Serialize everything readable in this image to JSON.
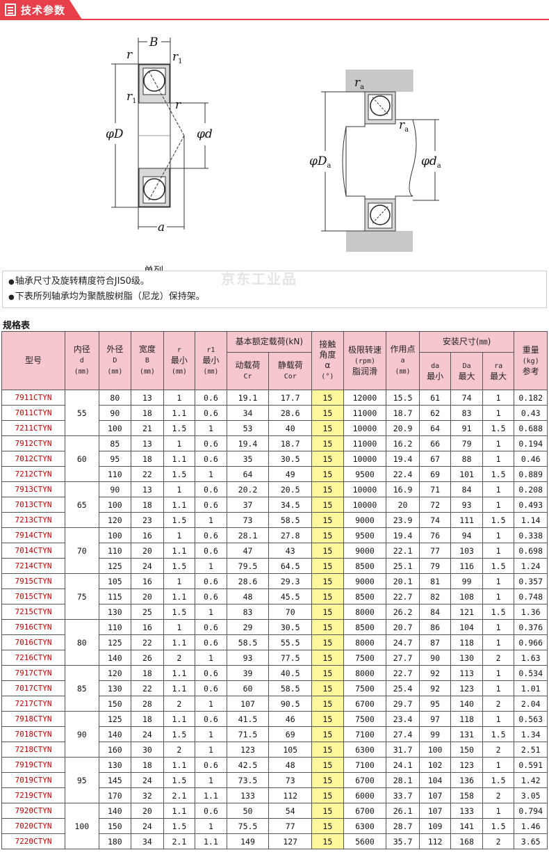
{
  "header": {
    "title": "技术参数"
  },
  "diagram": {
    "left_labels": {
      "B": "B",
      "r": "r",
      "r1_top": "r",
      "r1_top_sub": "1",
      "r1_left": "r",
      "r1_left_sub": "1",
      "r_mid": "r",
      "phiD": "φD",
      "phid": "φd",
      "a": "a"
    },
    "right_labels": {
      "ra_top": "r",
      "ra_top_sub": "a",
      "ra_mid": "r",
      "ra_mid_sub": "a",
      "phiDa": "φD",
      "phiDa_sub": "a",
      "phida": "φd",
      "phida_sub": "a"
    },
    "caption": "单列"
  },
  "watermark": "京东工业品",
  "notes": [
    "轴承尺寸及旋转精度符合JIS0级。",
    "下表所列轴承均为聚酰胺树脂（尼龙）保持架。"
  ],
  "spec_title": "规格表",
  "table": {
    "headers": {
      "model": "型号",
      "inner": [
        "内径",
        "d",
        "(㎜)"
      ],
      "outer": [
        "外径",
        "D",
        "(㎜)"
      ],
      "width": [
        "宽度",
        "B",
        "(㎜)"
      ],
      "r": [
        "r",
        "最小",
        "(㎜)"
      ],
      "r1": [
        "r1",
        "最小",
        "(㎜)"
      ],
      "load_group": "基本额定载荷(kN)",
      "dynamic": [
        "动载荷",
        "Cr"
      ],
      "static": [
        "静载荷",
        "Cor"
      ],
      "angle": [
        "接触",
        "角度",
        "α",
        "(°)"
      ],
      "speed": [
        "极限转速",
        "(rpm)",
        "脂润滑"
      ],
      "point": [
        "作用点",
        "a",
        "(㎜)"
      ],
      "mount_group": "安装尺寸(㎜)",
      "da": [
        "da",
        "最小"
      ],
      "Da": [
        "Da",
        "最大"
      ],
      "ra": [
        "ra",
        "最大"
      ],
      "weight": [
        "重量",
        "(kg)",
        "参考"
      ]
    },
    "groups": [
      {
        "d": "55",
        "rows": [
          [
            "7911CTYN",
            "80",
            "13",
            "1",
            "0.6",
            "19.1",
            "17.7",
            "15",
            "12000",
            "15.5",
            "61",
            "74",
            "1",
            "0.182"
          ],
          [
            "7011CTYN",
            "90",
            "18",
            "1.1",
            "0.6",
            "34",
            "28.6",
            "15",
            "11000",
            "18.7",
            "62",
            "83",
            "1",
            "0.43"
          ],
          [
            "7211CTYN",
            "100",
            "21",
            "1.5",
            "1",
            "53",
            "40",
            "15",
            "10000",
            "20.9",
            "64",
            "91",
            "1.5",
            "0.688"
          ]
        ]
      },
      {
        "d": "60",
        "rows": [
          [
            "7912CTYN",
            "85",
            "13",
            "1",
            "0.6",
            "19.4",
            "18.7",
            "15",
            "11000",
            "16.2",
            "66",
            "79",
            "1",
            "0.194"
          ],
          [
            "7012CTYN",
            "95",
            "18",
            "1.1",
            "0.6",
            "35",
            "30.5",
            "15",
            "10000",
            "19.4",
            "67",
            "88",
            "1",
            "0.46"
          ],
          [
            "7212CTYN",
            "110",
            "22",
            "1.5",
            "1",
            "64",
            "49",
            "15",
            "9500",
            "22.4",
            "69",
            "101",
            "1.5",
            "0.889"
          ]
        ]
      },
      {
        "d": "65",
        "rows": [
          [
            "7913CTYN",
            "90",
            "13",
            "1",
            "0.6",
            "20.2",
            "20.5",
            "15",
            "10000",
            "16.9",
            "71",
            "84",
            "1",
            "0.208"
          ],
          [
            "7013CTYN",
            "100",
            "18",
            "1.1",
            "0.6",
            "37",
            "34.5",
            "15",
            "10000",
            "20",
            "72",
            "93",
            "1",
            "0.493"
          ],
          [
            "7213CTYN",
            "120",
            "23",
            "1.5",
            "1",
            "73",
            "58.5",
            "15",
            "9000",
            "23.9",
            "74",
            "111",
            "1.5",
            "1.14"
          ]
        ]
      },
      {
        "d": "70",
        "rows": [
          [
            "7914CTYN",
            "100",
            "16",
            "1",
            "0.6",
            "28.1",
            "27.8",
            "15",
            "9500",
            "19.4",
            "76",
            "94",
            "1",
            "0.338"
          ],
          [
            "7014CTYN",
            "110",
            "20",
            "1.1",
            "0.6",
            "47",
            "43",
            "15",
            "9000",
            "22.1",
            "77",
            "103",
            "1",
            "0.698"
          ],
          [
            "7214CTYN",
            "125",
            "24",
            "1.5",
            "1",
            "79.5",
            "64.5",
            "15",
            "8500",
            "25.1",
            "79",
            "116",
            "1.5",
            "1.24"
          ]
        ]
      },
      {
        "d": "75",
        "rows": [
          [
            "7915CTYN",
            "105",
            "16",
            "1",
            "0.6",
            "28.6",
            "29.3",
            "15",
            "9000",
            "20.1",
            "81",
            "99",
            "1",
            "0.357"
          ],
          [
            "7015CTYN",
            "115",
            "20",
            "1.1",
            "0.6",
            "48",
            "45.5",
            "15",
            "8500",
            "22.7",
            "82",
            "108",
            "1",
            "0.748"
          ],
          [
            "7215CTYN",
            "130",
            "25",
            "1.5",
            "1",
            "83",
            "70",
            "15",
            "8000",
            "26.2",
            "84",
            "121",
            "1.5",
            "1.36"
          ]
        ]
      },
      {
        "d": "80",
        "rows": [
          [
            "7916CTYN",
            "110",
            "16",
            "1",
            "0.6",
            "29",
            "30.5",
            "15",
            "8500",
            "20.7",
            "86",
            "104",
            "1",
            "0.376"
          ],
          [
            "7016CTYN",
            "125",
            "22",
            "1.1",
            "0.6",
            "58.5",
            "55.5",
            "15",
            "8000",
            "24.7",
            "87",
            "118",
            "1",
            "0.966"
          ],
          [
            "7216CTYN",
            "140",
            "26",
            "2",
            "1",
            "93",
            "77.5",
            "15",
            "7500",
            "27.7",
            "90",
            "130",
            "2",
            "1.63"
          ]
        ]
      },
      {
        "d": "85",
        "rows": [
          [
            "7917CTYN",
            "120",
            "18",
            "1.1",
            "0.6",
            "39",
            "40.5",
            "15",
            "8000",
            "22.7",
            "92",
            "113",
            "1",
            "0.534"
          ],
          [
            "7017CTYN",
            "130",
            "22",
            "1.1",
            "0.6",
            "60",
            "58.5",
            "15",
            "7500",
            "25.4",
            "92",
            "123",
            "1",
            "1.01"
          ],
          [
            "7217CTYN",
            "150",
            "28",
            "2",
            "1",
            "107",
            "90.5",
            "15",
            "6700",
            "29.7",
            "95",
            "140",
            "2",
            "2.04"
          ]
        ]
      },
      {
        "d": "90",
        "rows": [
          [
            "7918CTYN",
            "125",
            "18",
            "1.1",
            "0.6",
            "41.5",
            "46",
            "15",
            "7500",
            "23.4",
            "97",
            "118",
            "1",
            "0.563"
          ],
          [
            "7018CTYN",
            "140",
            "24",
            "1.5",
            "1",
            "71.5",
            "69",
            "15",
            "7100",
            "27.4",
            "99",
            "131",
            "1.5",
            "1.34"
          ],
          [
            "7218CTYN",
            "160",
            "30",
            "2",
            "1",
            "123",
            "105",
            "15",
            "6300",
            "31.7",
            "100",
            "150",
            "2",
            "2.51"
          ]
        ]
      },
      {
        "d": "95",
        "rows": [
          [
            "7919CTYN",
            "130",
            "18",
            "1.1",
            "0.6",
            "42.5",
            "48",
            "15",
            "7100",
            "24.1",
            "102",
            "123",
            "1",
            "0.591"
          ],
          [
            "7019CTYN",
            "145",
            "24",
            "1.5",
            "1",
            "73.5",
            "73",
            "15",
            "6700",
            "28.1",
            "104",
            "136",
            "1.5",
            "1.42"
          ],
          [
            "7219CTYN",
            "170",
            "32",
            "2.1",
            "1.1",
            "133",
            "112",
            "15",
            "6000",
            "33.7",
            "107",
            "158",
            "2",
            "3.05"
          ]
        ]
      },
      {
        "d": "100",
        "rows": [
          [
            "7920CTYN",
            "140",
            "20",
            "1.1",
            "0.6",
            "50",
            "54",
            "15",
            "6700",
            "26.1",
            "107",
            "133",
            "1",
            "0.794"
          ],
          [
            "7020CTYN",
            "150",
            "24",
            "1.5",
            "1",
            "75.5",
            "77",
            "15",
            "6300",
            "28.7",
            "109",
            "141",
            "1.5",
            "1.46"
          ],
          [
            "7220CTYN",
            "180",
            "34",
            "2.1",
            "1.1",
            "149",
            "127",
            "15",
            "5600",
            "35.7",
            "112",
            "168",
            "2",
            "3.65"
          ]
        ]
      }
    ]
  }
}
